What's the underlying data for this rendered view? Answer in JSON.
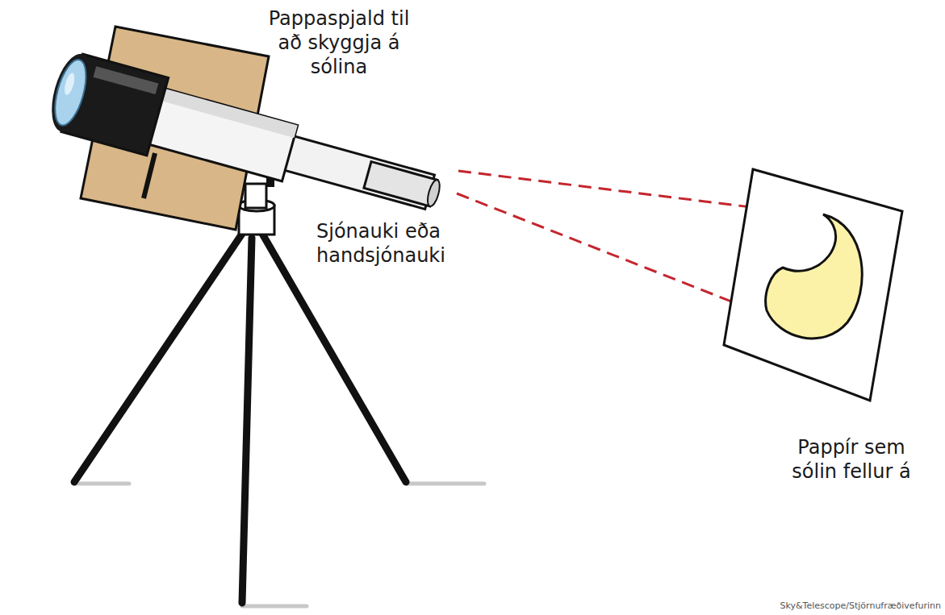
{
  "diagram": {
    "labels": [
      "Pappaspjald til að skyggja á sólina",
      "Sjónauki eða handsjónauki",
      "Pappír sem sólin fellur á",
      "Sky&Telescope/Stjörnufræðivefurinn"
    ]
  }
}
